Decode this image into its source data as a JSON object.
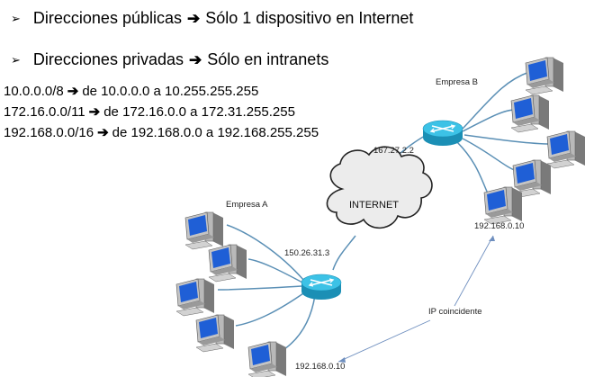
{
  "bullets": [
    {
      "marker": "➢",
      "left": "Direcciones públicas",
      "arrow": "➔",
      "right": "Sólo 1 dispositivo en Internet"
    },
    {
      "marker": "➢",
      "left": "Direcciones privadas",
      "arrow": "➔",
      "right": "Sólo en intranets"
    }
  ],
  "ranges": [
    {
      "cidr": "10.0.0.0/8",
      "arrow": "➔",
      "text": "de 10.0.0.0 a 10.255.255.255"
    },
    {
      "cidr": "172.16.0.0/11",
      "arrow": "➔",
      "text": "de 172.16.0.0 a 172.31.255.255"
    },
    {
      "cidr": "192.168.0.0/16",
      "arrow": "➔",
      "text": "de 192.168.0.0 a 192.168.255.255"
    }
  ],
  "diagram": {
    "internet_label": "INTERNET",
    "company_a": {
      "name": "Empresa A",
      "public_ip": "150.26.31.3",
      "host_ip": "192.168.0.10"
    },
    "company_b": {
      "name": "Empresa B",
      "public_ip": "167.27.2.2",
      "host_ip": "192.168.0.10"
    },
    "conflict_label": "IP coincidente"
  },
  "colors": {
    "router": "#2fb4d8",
    "link": "#5a8fb5",
    "monitor_screen": "#1f5fd6",
    "cloud": "#ececec"
  }
}
